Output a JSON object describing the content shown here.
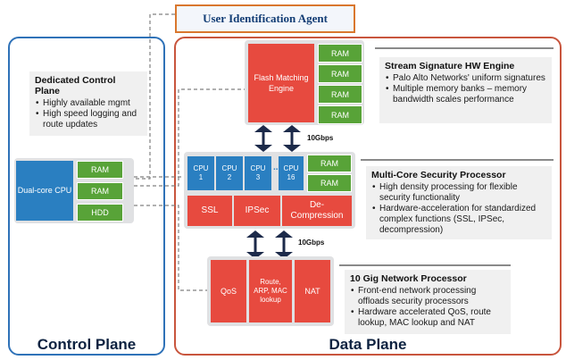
{
  "agent": {
    "label": "User Identification Agent"
  },
  "control_plane": {
    "title": "Control Plane",
    "cpu_label": "Dual-core CPU",
    "memory": [
      "RAM",
      "RAM",
      "HDD"
    ],
    "info": {
      "title": "Dedicated Control Plane",
      "bullets": [
        "Highly available mgmt",
        "High speed logging and route updates"
      ]
    }
  },
  "data_plane": {
    "title": "Data Plane",
    "flash": {
      "label": "Flash Matching Engine",
      "ram": [
        "RAM",
        "RAM",
        "RAM",
        "RAM"
      ]
    },
    "stream_info": {
      "title": "Stream Signature HW Engine",
      "bullets": [
        "Palo Alto Networks' uniform signatures",
        "Multiple memory banks – memory bandwidth scales performance"
      ]
    },
    "link_top": "10Gbps",
    "security": {
      "cpus": [
        {
          "name": "CPU",
          "num": "1"
        },
        {
          "name": "CPU",
          "num": "2"
        },
        {
          "name": "CPU",
          "num": "3"
        },
        {
          "name": "CPU",
          "num": "16"
        }
      ],
      "ellipsis": "...",
      "ram": [
        "RAM",
        "RAM"
      ],
      "ssl": "SSL",
      "ipsec": "IPSec",
      "decomp": "De-Compression"
    },
    "security_info": {
      "title": "Multi-Core Security Processor",
      "bullets": [
        "High density processing for flexible security functionality",
        "Hardware-acceleration for standardized complex functions (SSL, IPSec, decompression)"
      ]
    },
    "link_bottom": "10Gbps",
    "network": {
      "qos": "QoS",
      "route": "Route, ARP, MAC lookup",
      "nat": "NAT"
    },
    "network_info": {
      "title": "10 Gig Network Processor",
      "bullets": [
        "Front-end network processing offloads security processors",
        "Hardware accelerated QoS, route lookup, MAC lookup and NAT"
      ]
    }
  },
  "colors": {
    "control_border": "#2f72b8",
    "data_border": "#c8553d",
    "agent_border": "#d9772e",
    "engine_red": "#e74a3f",
    "memory_green": "#58a338",
    "cpu_blue": "#2a7fc1",
    "arrow_navy": "#1c2a4a"
  }
}
